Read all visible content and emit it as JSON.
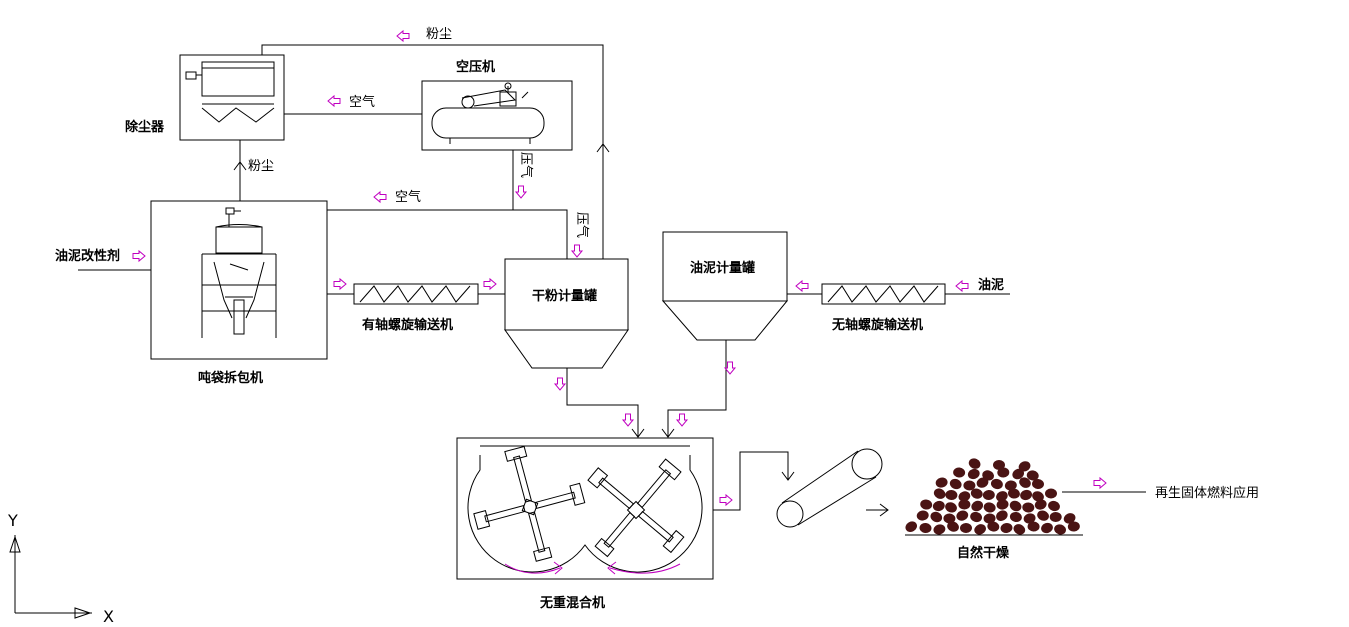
{
  "labels": {
    "dust_top": "粉尘",
    "compressor": "空压机",
    "air_left": "空气",
    "dust_collector": "除尘器",
    "dust_mid": "粉尘",
    "compressed_air_1": "压气",
    "air_mid": "空气",
    "compressed_air_2": "压气",
    "modifier": "油泥改性剂",
    "bag_unloader": "吨袋拆包机",
    "shaft_conveyor": "有轴螺旋输送机",
    "dry_powder_tank": "干粉计量罐",
    "sludge_tank": "油泥计量罐",
    "shaftless_conveyor": "无轴螺旋输送机",
    "sludge_input": "油泥",
    "mixer": "无重混合机",
    "natural_drying": "自然干燥",
    "fuel_use": "再生固体燃料应用",
    "axis_y": "Y",
    "axis_x": "X"
  },
  "colors": {
    "flow_arrow": "#c000c0",
    "pellet": "#4a1414",
    "line": "#000000"
  }
}
